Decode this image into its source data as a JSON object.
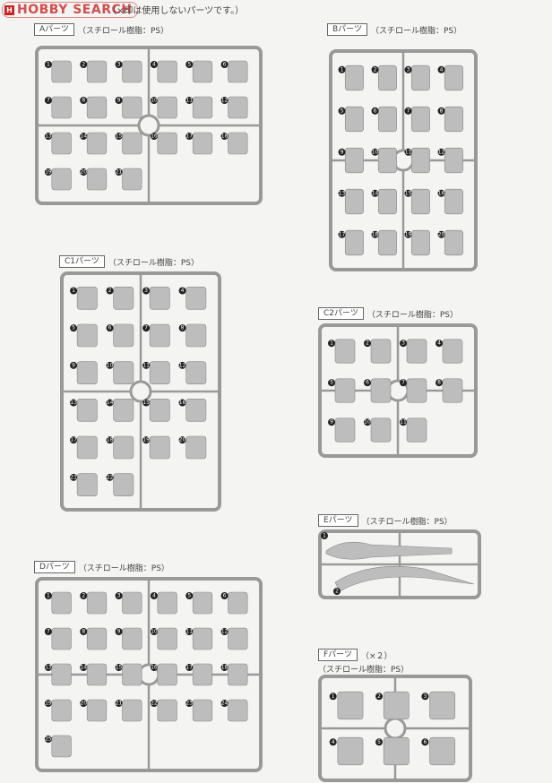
{
  "watermark": "HOBBY SEARCH",
  "header": {
    "title": "パーツリスト",
    "note": "（×印は使用しないパーツです。）"
  },
  "sheets": [
    {
      "id": "A",
      "tag": "Aパーツ",
      "material": "（スチロール樹脂：PS）",
      "parts": 21
    },
    {
      "id": "B",
      "tag": "Bパーツ",
      "material": "（スチロール樹脂：PS）",
      "parts": 20
    },
    {
      "id": "C1",
      "tag": "C1パーツ",
      "material": "（スチロール樹脂：PS）",
      "parts": 22
    },
    {
      "id": "C2",
      "tag": "C2パーツ",
      "material": "（スチロール樹脂：PS）",
      "parts": 11
    },
    {
      "id": "D",
      "tag": "Dパーツ",
      "material": "（スチロール樹脂：PS）",
      "parts": 25
    },
    {
      "id": "E",
      "tag": "Eパーツ",
      "material": "（スチロール樹脂：PS）",
      "parts": 2
    },
    {
      "id": "F",
      "tag": "Fパーツ",
      "quantity": "（×２）",
      "material": "（スチロール樹脂：PS）",
      "parts": 6
    }
  ]
}
